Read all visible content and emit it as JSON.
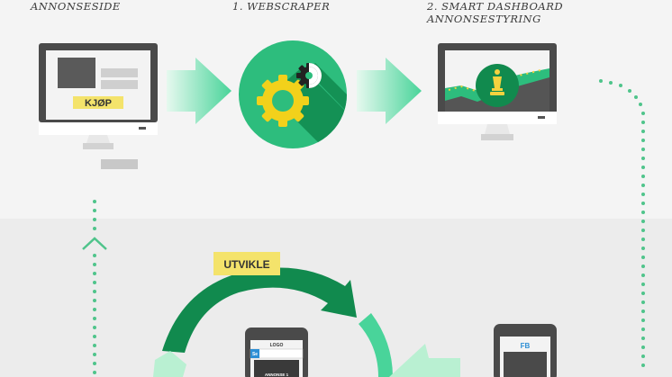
{
  "labels": {
    "step0": "ANNONSESIDE",
    "step1": "1. WEBSCRAPER",
    "step2_line1": "2. SMART DASHBOARD",
    "step2_line2": "ANNONSESTYRING"
  },
  "monitor_left": {
    "buy_button": "KJØP"
  },
  "cycle": {
    "develop_label": "UTVIKLE"
  },
  "phone_center": {
    "logo": "LOGO",
    "tab": "Se",
    "ad_label": "ANNONSE 1"
  },
  "phone_right": {
    "fb_label": "FB"
  },
  "colors": {
    "green_dark": "#118a4e",
    "green_mid": "#2dbd7d",
    "green_light": "#49d49a",
    "yellow": "#f4e36b",
    "chess_yellow": "#f3d23f",
    "monitor_dark": "#4a4a4a",
    "dot_green": "#4fc48b"
  }
}
